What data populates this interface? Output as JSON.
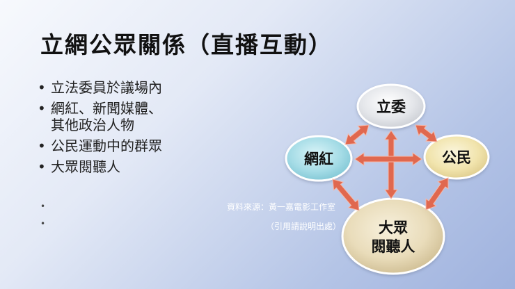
{
  "title": "立網公眾關係（直播互動）",
  "bullets": [
    "立法委員於議場內",
    "網紅、新聞媒體、\n其他政治人物",
    "公民運動中的群眾",
    "大眾閱聽人"
  ],
  "source": {
    "line1": "資料來源：黃一嘉電影工作室",
    "line2": "（引用請說明出處）"
  },
  "nodes": {
    "legislator": "立委",
    "influencer": "網紅",
    "citizen": "公民",
    "public_line1": "大眾",
    "public_line2": "閱聽人"
  },
  "colors": {
    "arrow": "#e0684f",
    "arrow_stroke": "#f6b8a8",
    "legislator_fill": "#e9ebee",
    "influencer_fill": "#a9dde6",
    "citizen_fill": "#f2e6b2",
    "public_fill": "#ece1c3"
  }
}
